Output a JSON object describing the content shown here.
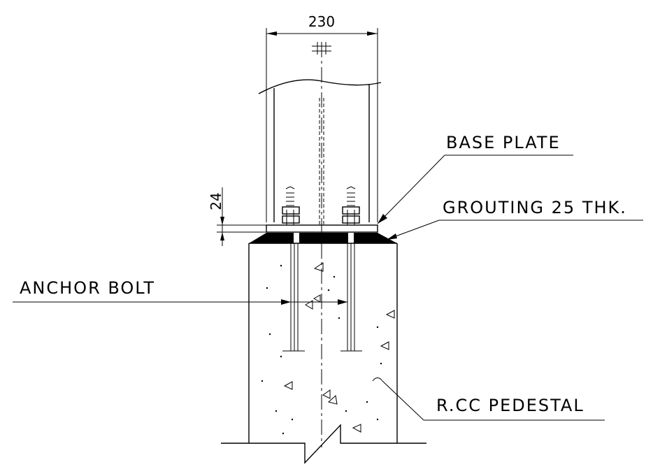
{
  "labels": {
    "base_plate": "BASE PLATE",
    "grouting": "GROUTING 25 THK.",
    "anchor_bolt": "ANCHOR BOLT",
    "pedestal": "R.CC PEDESTAL"
  },
  "dimensions": {
    "width": "230",
    "height": "24"
  }
}
